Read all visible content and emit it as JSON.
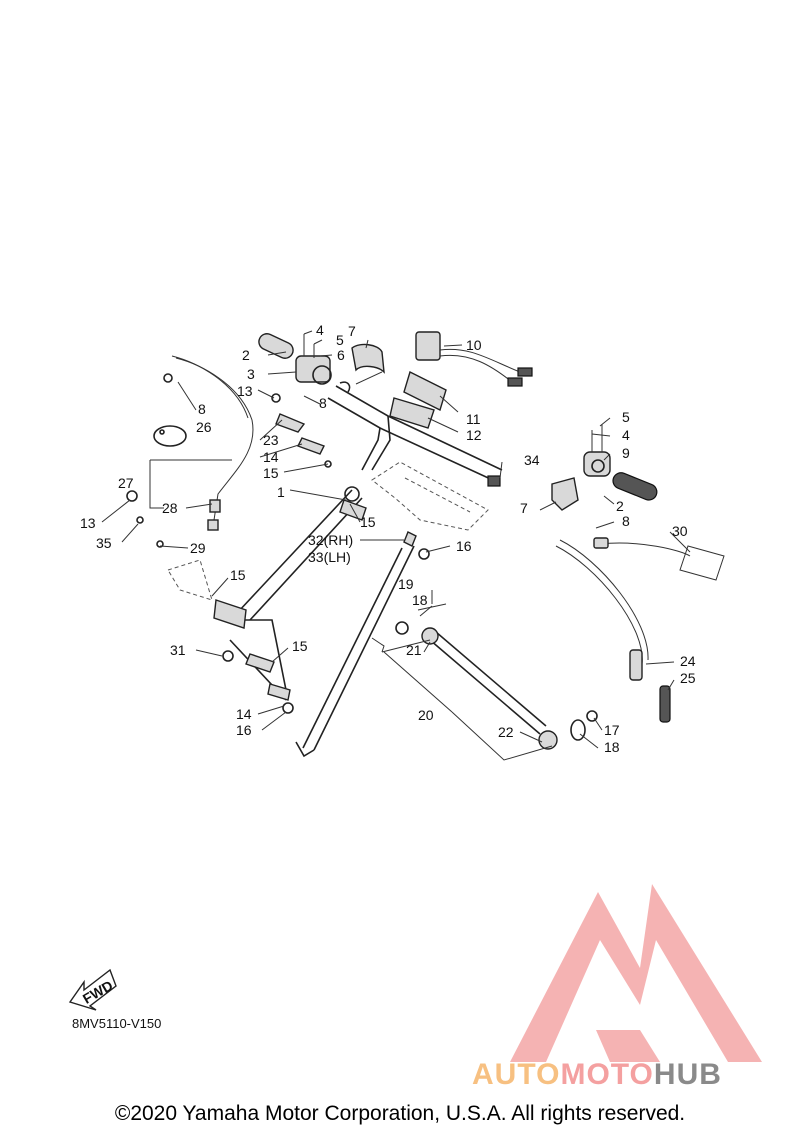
{
  "callouts": [
    {
      "id": "c1",
      "text": "1"
    },
    {
      "id": "c2a",
      "text": "2"
    },
    {
      "id": "c2b",
      "text": "2"
    },
    {
      "id": "c3",
      "text": "3"
    },
    {
      "id": "c4a",
      "text": "4"
    },
    {
      "id": "c4b",
      "text": "4"
    },
    {
      "id": "c5a",
      "text": "5"
    },
    {
      "id": "c5b",
      "text": "5"
    },
    {
      "id": "c6",
      "text": "6"
    },
    {
      "id": "c7a",
      "text": "7"
    },
    {
      "id": "c7b",
      "text": "7"
    },
    {
      "id": "c8a",
      "text": "8"
    },
    {
      "id": "c8b",
      "text": "8"
    },
    {
      "id": "c8c",
      "text": "8"
    },
    {
      "id": "c9",
      "text": "9"
    },
    {
      "id": "c10",
      "text": "10"
    },
    {
      "id": "c11",
      "text": "11"
    },
    {
      "id": "c12",
      "text": "12"
    },
    {
      "id": "c13a",
      "text": "13"
    },
    {
      "id": "c13b",
      "text": "13"
    },
    {
      "id": "c14a",
      "text": "14"
    },
    {
      "id": "c14b",
      "text": "14"
    },
    {
      "id": "c15a",
      "text": "15"
    },
    {
      "id": "c15b",
      "text": "15"
    },
    {
      "id": "c15c",
      "text": "15"
    },
    {
      "id": "c15d",
      "text": "15"
    },
    {
      "id": "c16a",
      "text": "16"
    },
    {
      "id": "c16b",
      "text": "16"
    },
    {
      "id": "c17",
      "text": "17"
    },
    {
      "id": "c18a",
      "text": "18"
    },
    {
      "id": "c18b",
      "text": "18"
    },
    {
      "id": "c19",
      "text": "19"
    },
    {
      "id": "c20",
      "text": "20"
    },
    {
      "id": "c21",
      "text": "21"
    },
    {
      "id": "c22",
      "text": "22"
    },
    {
      "id": "c23",
      "text": "23"
    },
    {
      "id": "c24",
      "text": "24"
    },
    {
      "id": "c25",
      "text": "25"
    },
    {
      "id": "c26",
      "text": "26"
    },
    {
      "id": "c27",
      "text": "27"
    },
    {
      "id": "c28",
      "text": "28"
    },
    {
      "id": "c29",
      "text": "29"
    },
    {
      "id": "c30",
      "text": "30"
    },
    {
      "id": "c31",
      "text": "31"
    },
    {
      "id": "c32",
      "text": "32(RH)"
    },
    {
      "id": "c33",
      "text": "33(LH)"
    },
    {
      "id": "c34",
      "text": "34"
    },
    {
      "id": "c35",
      "text": "35"
    }
  ],
  "fwd_label": "FWD",
  "reference_code": "8MV5110-V150",
  "watermark": {
    "part1": "AUTO",
    "part2": "MOTO",
    "part3": "HUB",
    "colors": {
      "auto": "#f7c081",
      "moto": "#f4a0a0",
      "hub": "#8a8a8a",
      "logo": "#f29a9a"
    }
  },
  "copyright": "©2020 Yamaha Motor Corporation, U.S.A. All rights reserved."
}
